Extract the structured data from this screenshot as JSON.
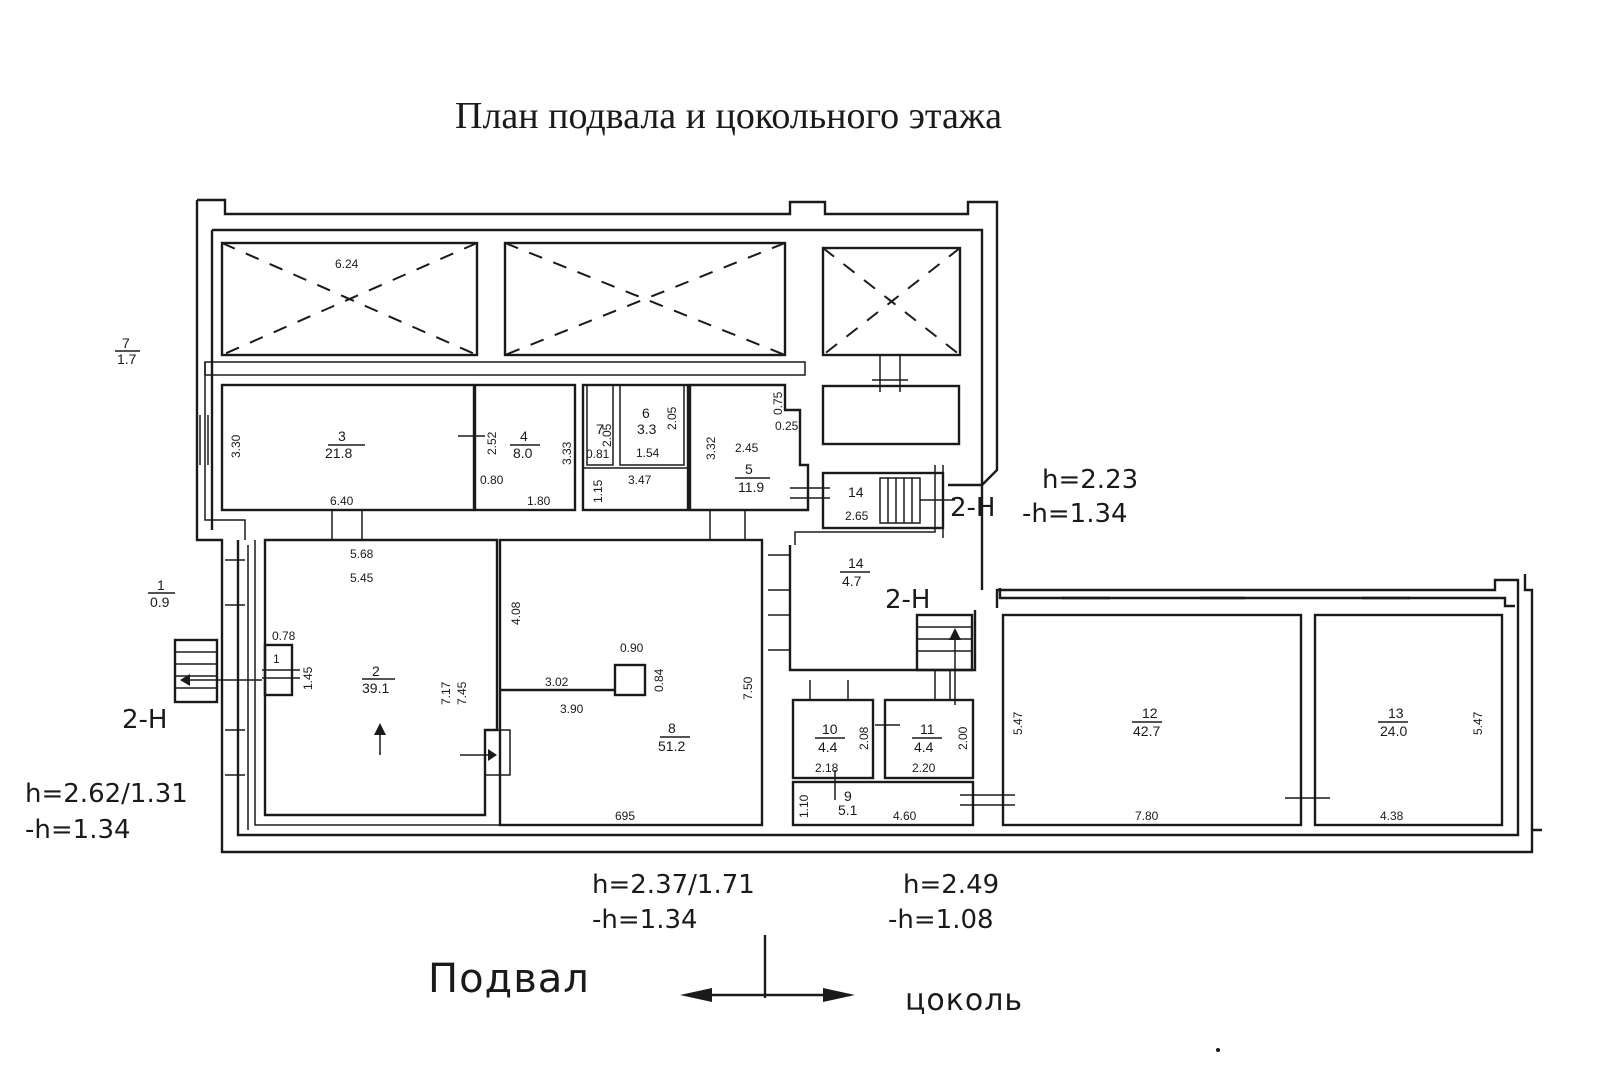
{
  "title": "План подвала и цокольного этажа",
  "legend": {
    "basement": "Подвал",
    "plinth": "цоколь"
  },
  "floor_marks": {
    "stair_label": "2-Н",
    "left_h": "h=2.62/1.31",
    "left_neg": "-h=1.34",
    "center_h": "h=2.37/1.71",
    "center_neg": "-h=1.34",
    "right_h": "h=2.49",
    "right_neg": "-h=1.08",
    "top_h": "h=2.23",
    "top_neg": "-h=1.34"
  },
  "outside": {
    "r7": {
      "num": "7",
      "area": "1.7"
    },
    "r1": {
      "num": "1",
      "area": "0.9"
    }
  },
  "vaults": {
    "v1_len": "6.24"
  },
  "rooms": {
    "r2": {
      "num": "2",
      "area": "39.1"
    },
    "r3": {
      "num": "3",
      "area": "21.8"
    },
    "r4": {
      "num": "4",
      "area": "8.0"
    },
    "r5": {
      "num": "5",
      "area": "11.9"
    },
    "r6": {
      "num": "6",
      "area": "3.3"
    },
    "r7": {
      "num": "7"
    },
    "r8": {
      "num": "8",
      "area": "51.2"
    },
    "r9": {
      "num": "9",
      "area": "5.1"
    },
    "r10": {
      "num": "10",
      "area": "4.4"
    },
    "r11": {
      "num": "11",
      "area": "4.4"
    },
    "r12": {
      "num": "12",
      "area": "42.7"
    },
    "r13": {
      "num": "13",
      "area": "24.0"
    },
    "r14": {
      "num": "14",
      "area": "4.7"
    },
    "r14top": {
      "num": "14"
    },
    "r1": {
      "num": "1"
    }
  },
  "dims": {
    "d330": "3.30",
    "d640": "6.40",
    "d252": "2.52",
    "d080": "0.80",
    "d333": "3.33",
    "d180": "1.80",
    "d205a": "2.05",
    "d081": "0.81",
    "d205b": "2.05",
    "d154": "1.54",
    "d347": "3.47",
    "d115": "1.15",
    "d332": "3.32",
    "d245": "2.45",
    "d075": "0.75",
    "d025": "0.25",
    "d265": "2.65",
    "d568": "5.68",
    "d545": "5.45",
    "d078": "0.78",
    "d145": "1.45",
    "d717": "7.17",
    "d745": "7.45",
    "d408": "4.08",
    "d302": "3.02",
    "d390": "3.90",
    "d090": "0.90",
    "d084": "0.84",
    "d750": "7.50",
    "d695": "695",
    "d208": "2.08",
    "d218": "2.18",
    "d200": "2.00",
    "d220": "2.20",
    "d110": "1.10",
    "d460": "4.60",
    "d547a": "5.47",
    "d780": "7.80",
    "d547b": "5.47",
    "d438": "4.38"
  }
}
